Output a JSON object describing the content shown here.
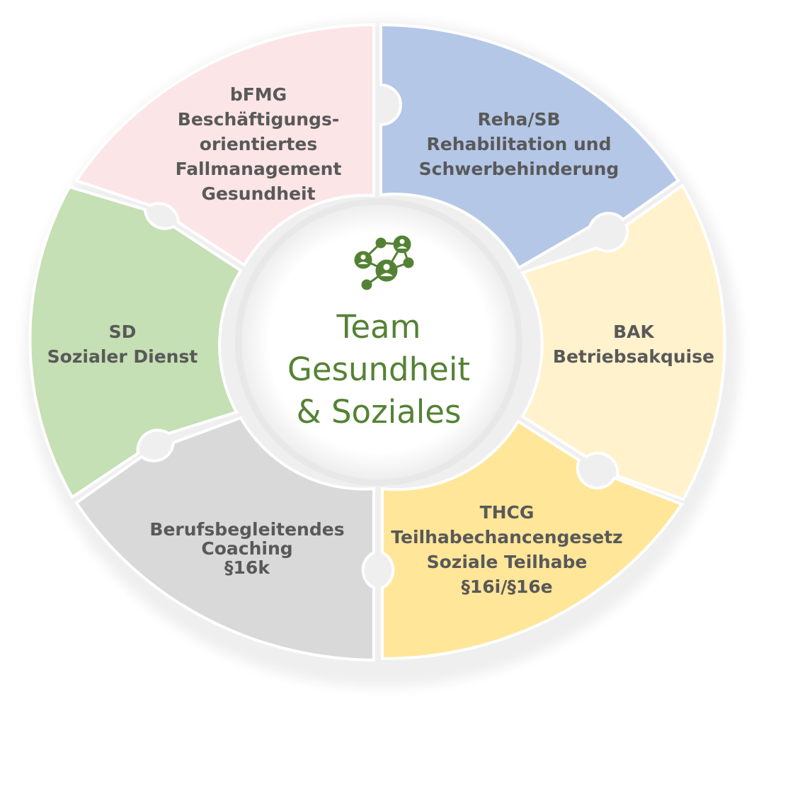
{
  "center": {
    "title_lines": [
      "Team",
      "Gesundheit",
      "& Soziales"
    ],
    "icon": "network-people-icon",
    "color": "#548235"
  },
  "segments": [
    {
      "id": "reha",
      "color": "#B4C7E7",
      "lines": [
        "Reha/SB",
        "Rehabilitation und",
        "Schwerbehinderung"
      ]
    },
    {
      "id": "bak",
      "color": "#FFF2CC",
      "lines": [
        "BAK",
        "Betriebsakquise"
      ]
    },
    {
      "id": "thcg",
      "color": "#FFE699",
      "lines": [
        "THCG",
        "Teilhabechancengesetz",
        "Soziale Teilhabe",
        "§16i/§16e"
      ]
    },
    {
      "id": "coaching",
      "color": "#D9D9D9",
      "lines": [
        "Berufsbegleitendes",
        "Coaching",
        "§16k"
      ]
    },
    {
      "id": "sd",
      "color": "#C5E0B4",
      "lines": [
        "SD",
        "Sozialer Dienst"
      ]
    },
    {
      "id": "bfmg",
      "color": "#FBE5E6",
      "lines": [
        "bFMG",
        "Beschäftigungs-",
        "orientiertes",
        "Fallmanagement",
        "Gesundheit"
      ]
    }
  ],
  "colors": {
    "label_text": "#595959",
    "ring_shadow": "#e6e6e6"
  }
}
